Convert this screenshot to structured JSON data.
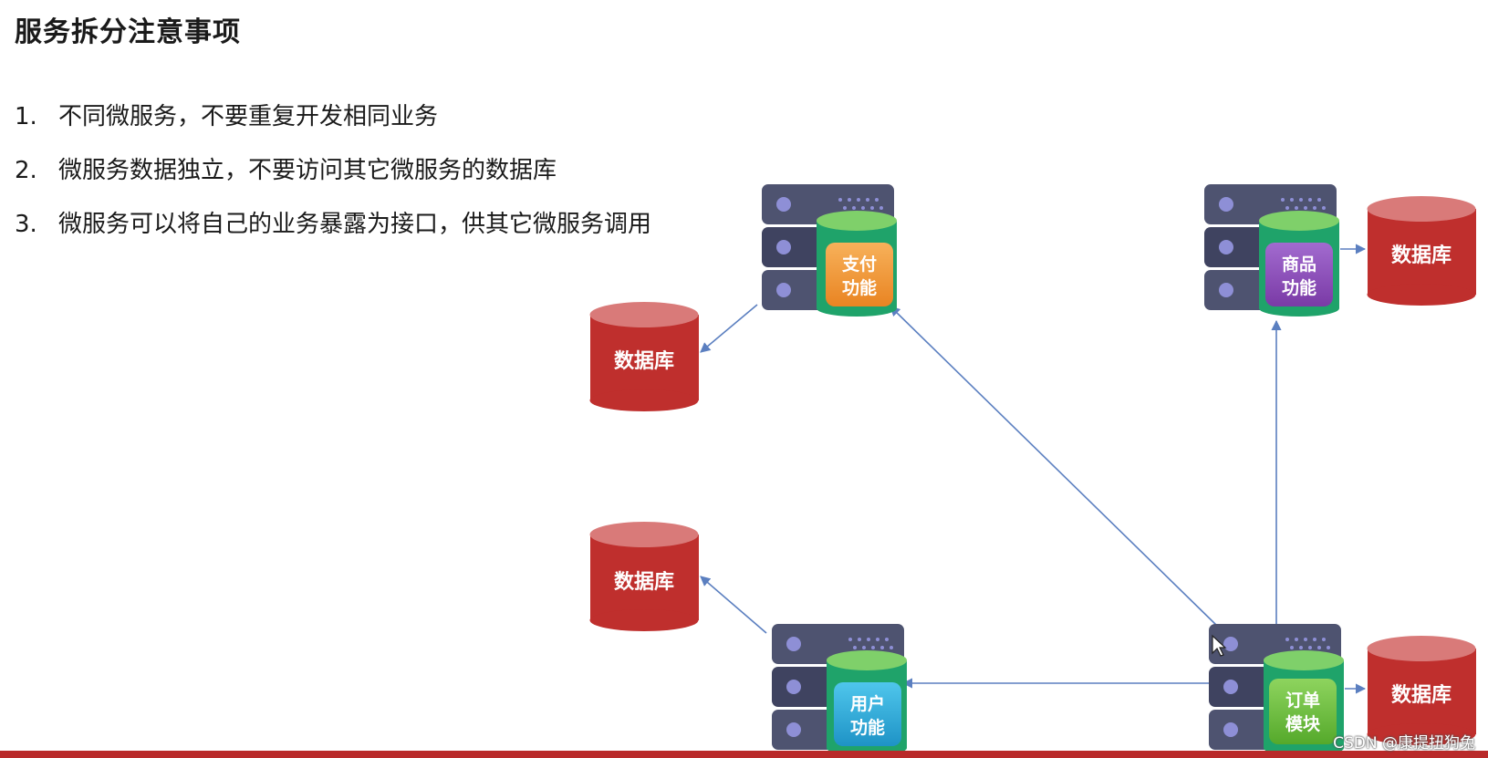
{
  "title": "服务拆分注意事项",
  "points": [
    {
      "num": "1.",
      "text": "不同微服务，不要重复开发相同业务"
    },
    {
      "num": "2.",
      "text": "微服务数据独立，不要访问其它微服务的数据库"
    },
    {
      "num": "3.",
      "text": "微服务可以将自己的业务暴露为接口，供其它微服务调用"
    }
  ],
  "services": {
    "payment": {
      "line1": "支付",
      "line2": "功能",
      "color": "#f39433"
    },
    "product": {
      "line1": "商品",
      "line2": "功能",
      "color": "#8c4bb8"
    },
    "user": {
      "line1": "用户",
      "line2": "功能",
      "color": "#27a9d8"
    },
    "order": {
      "line1": "订单",
      "line2": "模块",
      "color": "#6bbf3a"
    }
  },
  "databases": {
    "payment_db": "数据库",
    "product_db": "数据库",
    "user_db": "数据库",
    "order_db": "数据库",
    "color": "#c0302e"
  },
  "watermark": "CSDN @康提扭狗兔"
}
